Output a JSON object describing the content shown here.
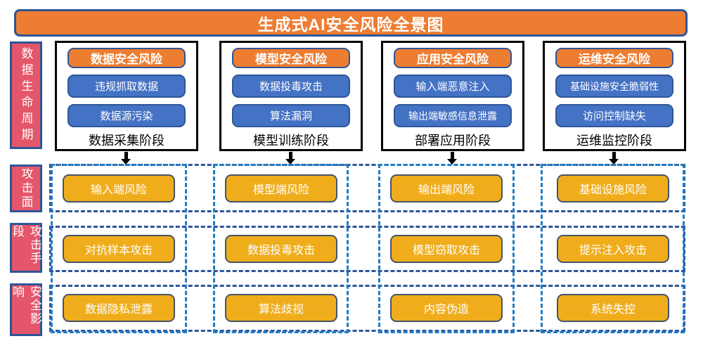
{
  "title": "生成式AI安全风险全景图",
  "sidebar": {
    "lifecycle_label": "数据生命周期",
    "attack_surface_label": "攻击面",
    "attack_method_label": "攻击手段",
    "security_impact_label": "安全影响"
  },
  "lifecycle_columns": [
    {
      "header": "数据安全风险",
      "risk1": "违规抓取数据",
      "risk2": "数据源污染",
      "stage": "数据采集阶段"
    },
    {
      "header": "模型安全风险",
      "risk1": "数据投毒攻击",
      "risk2": "算法漏洞",
      "stage": "模型训练阶段"
    },
    {
      "header": "应用安全风险",
      "risk1": "输入端恶意注入",
      "risk2": "输出端敏感信息泄露",
      "stage": "部署应用阶段"
    },
    {
      "header": "运维安全风险",
      "risk1": "基础设施安全脆弱性",
      "risk2": "访问控制缺失",
      "stage": "运维监控阶段"
    }
  ],
  "attack_surface": [
    "输入端风险",
    "模型端风险",
    "输出端风险",
    "基础设施风险"
  ],
  "attack_methods": [
    "对抗样本攻击",
    "数据投毒攻击",
    "模型窃取攻击",
    "提示注入攻击"
  ],
  "security_impacts": [
    "数据隐私泄露",
    "算法歧视",
    "内容伪造",
    "系统失控"
  ],
  "colors": {
    "banner_orange": "#ED7D31",
    "border_blue": "#2F5597",
    "item_blue": "#4472C4",
    "sidebar_red": "#E4566A",
    "button_gold": "#F0AD1B",
    "button_border_navy": "#44546A",
    "grid_dash_navy": "#2F5597",
    "grid_dash_bright_blue": "#1F7CC4",
    "stage_box_border": "#000000"
  }
}
